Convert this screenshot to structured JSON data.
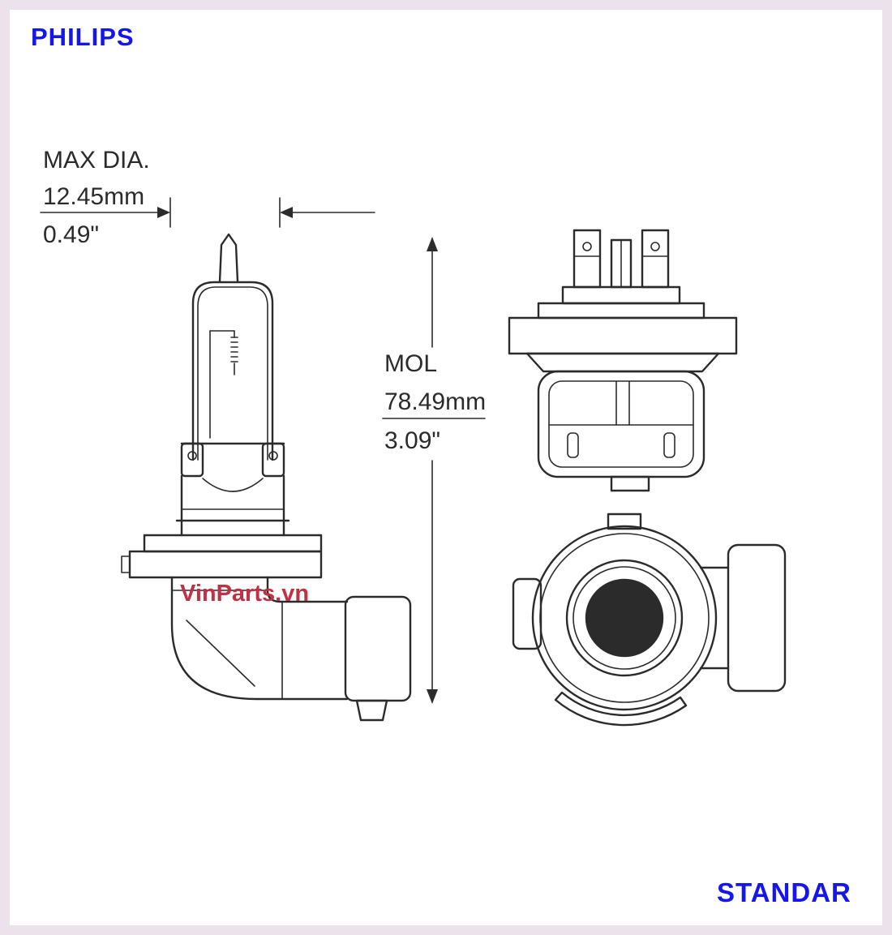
{
  "colors": {
    "frame": "#ece2eb",
    "canvas": "#ffffff",
    "brand-blue": "#1515ee",
    "watermark-red": "#bf3145",
    "line": "#2b2b2b"
  },
  "branding": {
    "philips": "PHILIPS",
    "standar": "STANDAR",
    "watermark": "VinParts.vn"
  },
  "dimensions": {
    "max_dia": {
      "label": "MAX DIA.",
      "metric": "12.45mm",
      "imperial": "0.49\""
    },
    "mol": {
      "label": "MOL",
      "metric": "78.49mm",
      "imperial": "3.09\""
    }
  }
}
